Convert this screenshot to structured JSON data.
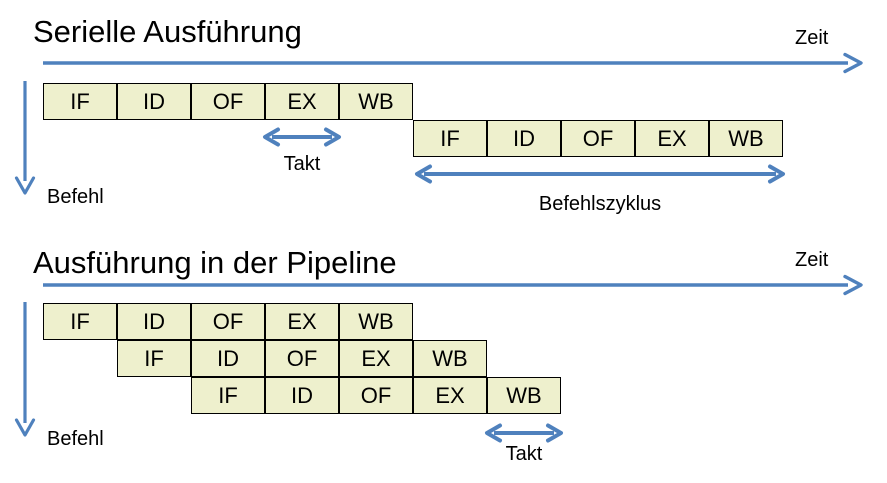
{
  "colors": {
    "accent_blue": "#4f81bd",
    "stage_fill": "#eef0cd",
    "stage_border": "#000000",
    "text_color": "#000000"
  },
  "serial": {
    "title": "Serielle Ausführung",
    "zeit": "Zeit",
    "befehl": "Befehl",
    "takt": "Takt",
    "befehlszyklus": "Befehlszyklus",
    "rows": [
      {
        "stages": [
          "IF",
          "ID",
          "OF",
          "EX",
          "WB"
        ]
      },
      {
        "stages": [
          "IF",
          "ID",
          "OF",
          "EX",
          "WB"
        ]
      }
    ]
  },
  "pipeline": {
    "title": "Ausführung in der Pipeline",
    "zeit": "Zeit",
    "befehl": "Befehl",
    "takt": "Takt",
    "rows": [
      {
        "stages": [
          "IF",
          "ID",
          "OF",
          "EX",
          "WB"
        ]
      },
      {
        "stages": [
          "IF",
          "ID",
          "OF",
          "EX",
          "WB"
        ]
      },
      {
        "stages": [
          "IF",
          "ID",
          "OF",
          "EX",
          "WB"
        ]
      }
    ]
  }
}
